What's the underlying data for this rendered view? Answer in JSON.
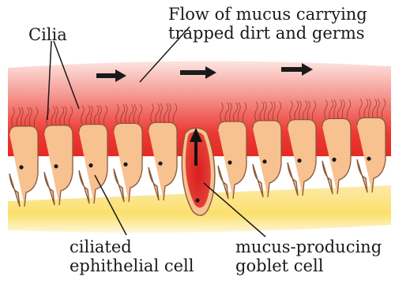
{
  "diagram": {
    "labels": {
      "flow_line1": "Flow of mucus carrying",
      "flow_line2": "trapped dirt and germs",
      "cilia": "Cilia",
      "ciliated_line1": "ciliated",
      "ciliated_line2": "ephithelial cell",
      "goblet_line1": "mucus-producing",
      "goblet_line2": "goblet cell"
    },
    "colors": {
      "mucus_red": "#e8262c",
      "mucus_pink": "#f5a3a0",
      "cell_fill": "#f8c190",
      "cell_outline": "#8a5a3c",
      "goblet_fill": "#e42a23",
      "underlayer_yellow": "#fbe06c",
      "nucleus": "#1a1a1a",
      "arrow": "#1a1a1a"
    }
  }
}
